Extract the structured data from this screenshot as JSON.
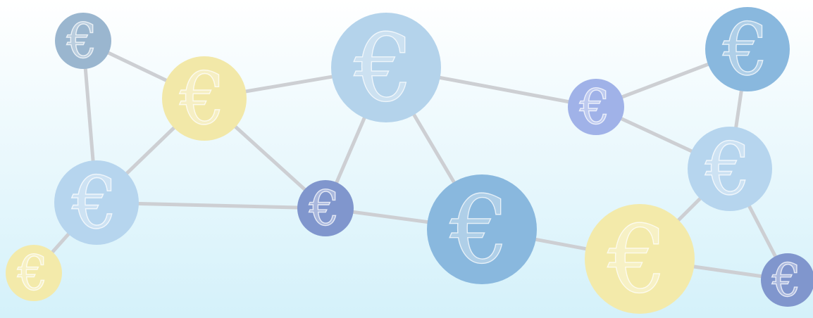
{
  "diagram": {
    "background": {
      "top": "#ffffff",
      "bottom": "#d4f1fa"
    },
    "edge_color": "#cdcfd3",
    "symbol": "€",
    "nodes": [
      {
        "id": "n1",
        "color": "#9ab6cf"
      },
      {
        "id": "n2",
        "color": "#f2e8a8"
      },
      {
        "id": "n3",
        "color": "#b4d3eb"
      },
      {
        "id": "n4",
        "color": "#a0b2e8"
      },
      {
        "id": "n5",
        "color": "#89b8de"
      },
      {
        "id": "n6",
        "color": "#b6d5ee"
      },
      {
        "id": "n7",
        "color": "#b6d5ee"
      },
      {
        "id": "n8",
        "color": "#f3eaaa"
      },
      {
        "id": "n9",
        "color": "#8096cd"
      },
      {
        "id": "n10",
        "color": "#89b8de"
      },
      {
        "id": "n11",
        "color": "#f3eaaa"
      },
      {
        "id": "n12",
        "color": "#8096cd"
      }
    ],
    "edges": [
      [
        "n1",
        "n2"
      ],
      [
        "n1",
        "n6"
      ],
      [
        "n2",
        "n3"
      ],
      [
        "n2",
        "n6"
      ],
      [
        "n2",
        "n9"
      ],
      [
        "n3",
        "n4"
      ],
      [
        "n3",
        "n9"
      ],
      [
        "n3",
        "n10"
      ],
      [
        "n4",
        "n5"
      ],
      [
        "n4",
        "n7"
      ],
      [
        "n5",
        "n7"
      ],
      [
        "n6",
        "n8"
      ],
      [
        "n6",
        "n9"
      ],
      [
        "n9",
        "n10"
      ],
      [
        "n10",
        "n11"
      ],
      [
        "n11",
        "n7"
      ],
      [
        "n11",
        "n12"
      ],
      [
        "n7",
        "n12"
      ]
    ]
  }
}
